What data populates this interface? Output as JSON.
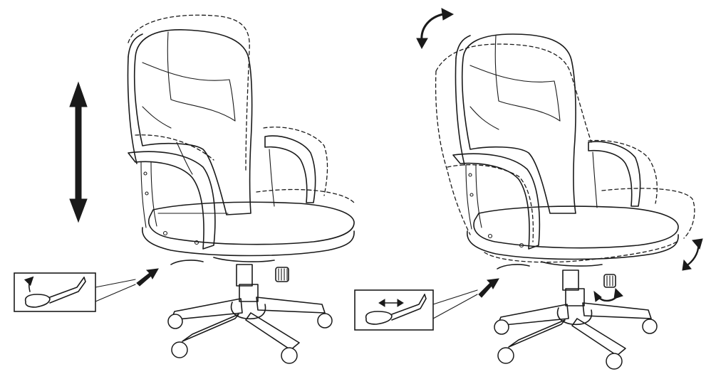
{
  "figure": {
    "panels": [
      {
        "adjustment": "seat-height",
        "arrow": "vertical-double-arrow",
        "lever_motion": "lift-up"
      },
      {
        "adjustment": "tilt-mechanism",
        "arrows": [
          "backrest-tilt-arrow",
          "seat-rock-arrow",
          "tension-knob-rotate-arrow"
        ],
        "lever_motion": "push-pull"
      }
    ],
    "colors": {
      "ink": "#1a1a1a",
      "background": "#ffffff"
    },
    "style": "black line drawing with dashed outlines showing movement"
  }
}
